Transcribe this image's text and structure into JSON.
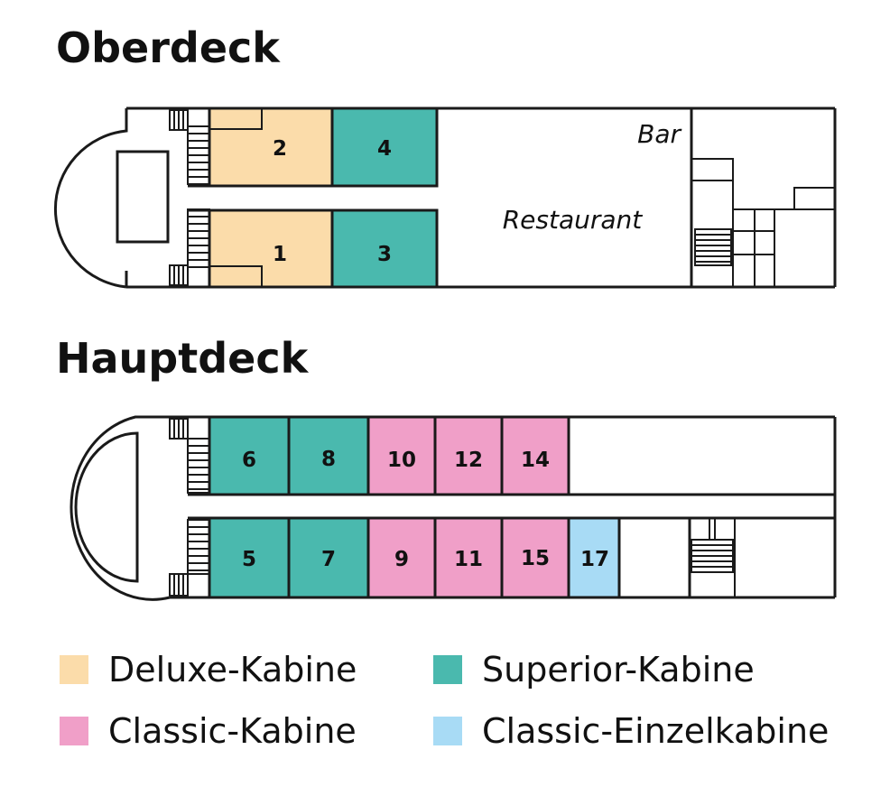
{
  "decks": {
    "upper": {
      "title": "Oberdeck",
      "bar_label": "Bar",
      "restaurant_label": "Restaurant"
    },
    "main": {
      "title": "Hauptdeck"
    }
  },
  "colors": {
    "deluxe": "#fbdcaa",
    "superior": "#4ab9ae",
    "classic": "#f09fc8",
    "single": "#a8dbf5",
    "outline": "#1a1a1a"
  },
  "cabins": {
    "c1": "1",
    "c2": "2",
    "c3": "3",
    "c4": "4",
    "c5": "5",
    "c6": "6",
    "c7": "7",
    "c8": "8",
    "c9": "9",
    "c10": "10",
    "c11": "11",
    "c12": "12",
    "c14": "14",
    "c15": "15",
    "c17": "17"
  },
  "legend": {
    "deluxe": "Deluxe-Kabine",
    "superior": "Superior-Kabine",
    "classic": "Classic-Kabine",
    "single": "Classic-Einzelkabine"
  }
}
